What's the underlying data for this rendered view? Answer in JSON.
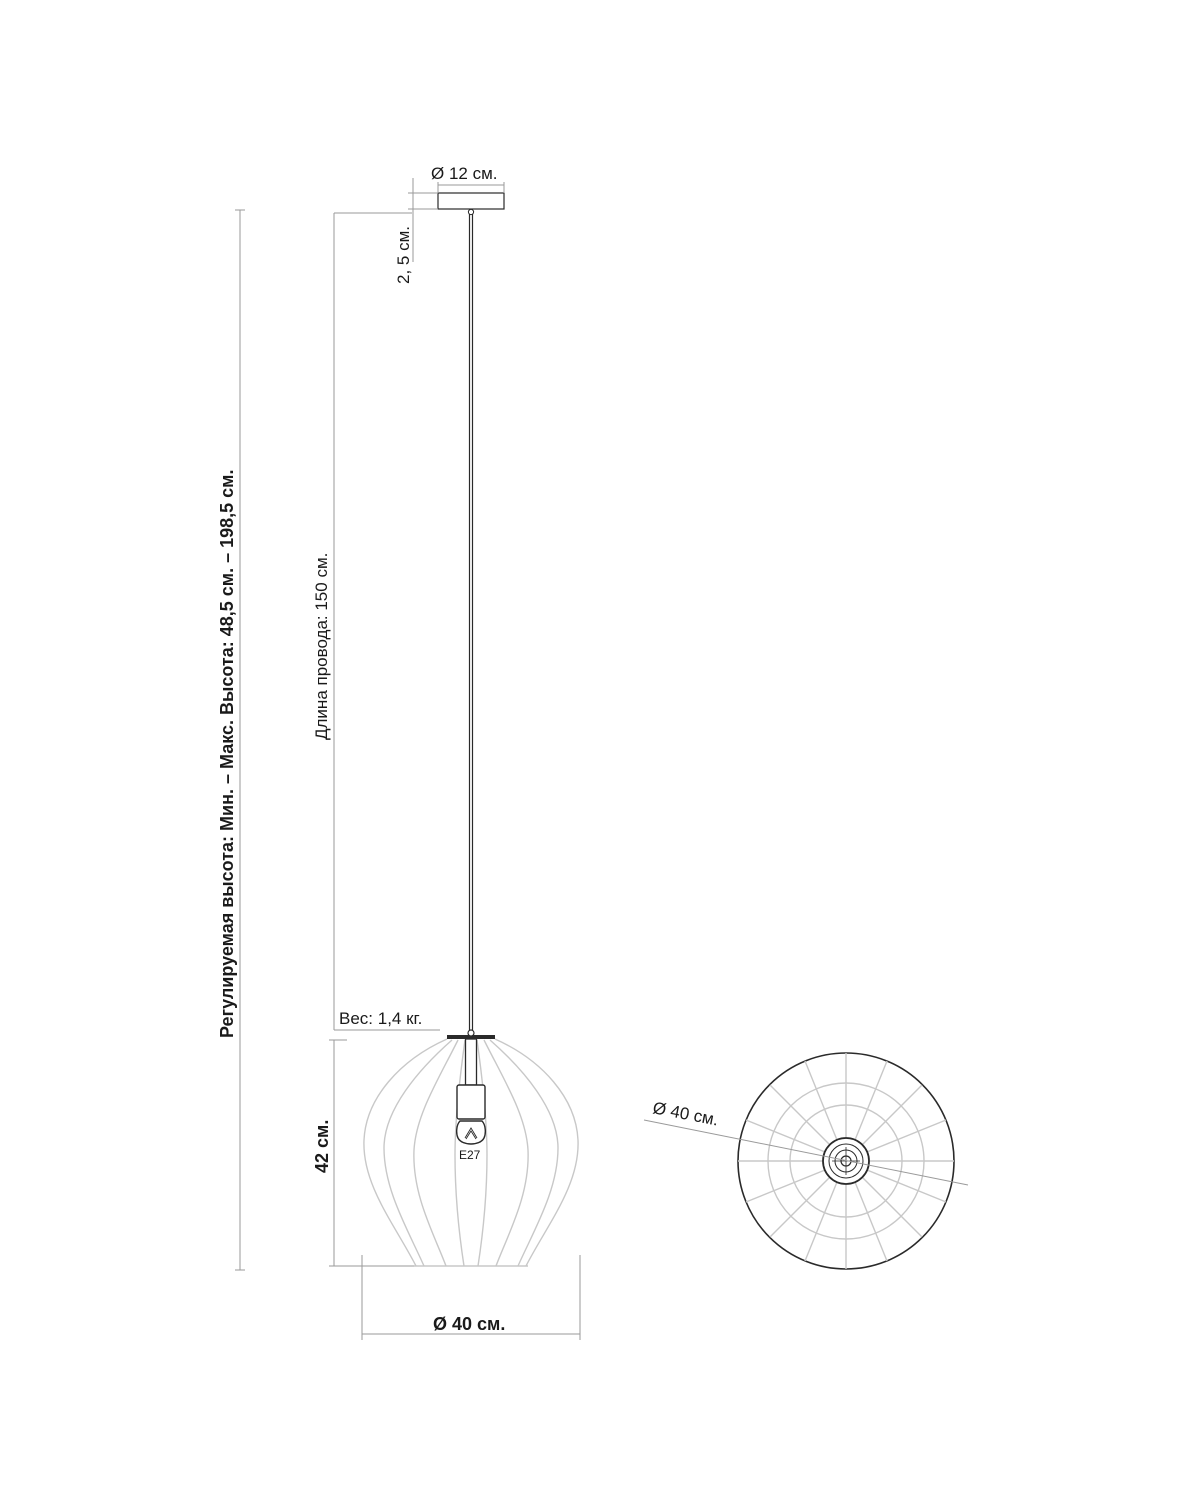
{
  "labels": {
    "adjustable_height": "Регулируемая высота: Мин. – Макс. Высота: 48,5 см. – 198,5 см.",
    "cable_length": "Длина провода: 150 см.",
    "canopy_diameter": "Ø 12 см.",
    "canopy_height": "2, 5 см.",
    "weight": "Вес: 1,4 кг.",
    "shade_height": "42 см.",
    "shade_diameter": "Ø 40 см.",
    "bottom_view_diameter": "Ø 40 см.",
    "socket": "E27"
  },
  "colors": {
    "ink": "#2a2a2a",
    "dimension_line": "#9a9a9a",
    "shade_wire": "#c8c8c8"
  }
}
